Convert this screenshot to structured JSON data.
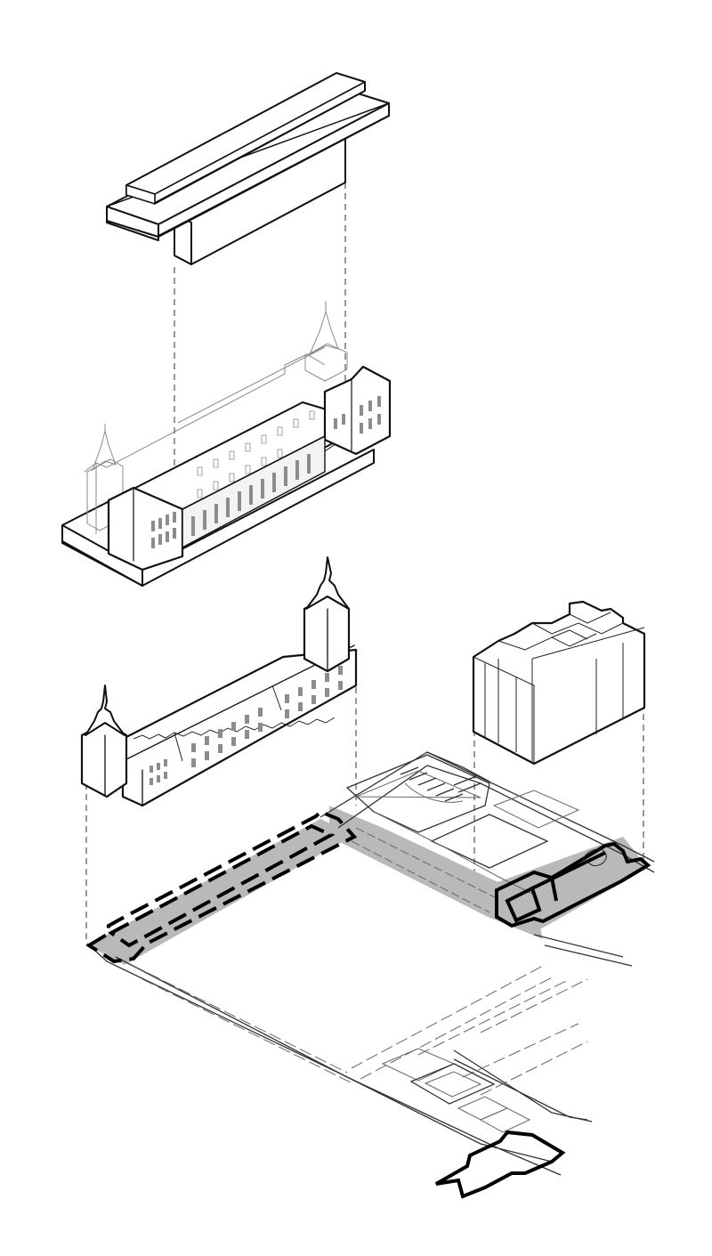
{
  "diagram": {
    "kind": "exploded-axonometric",
    "layers": [
      {
        "name": "top-slab-volume",
        "fill": "#ffffff",
        "hatch": "vertical"
      },
      {
        "name": "middle-wing-block",
        "fill": "#ffffff"
      },
      {
        "name": "lower-towered-wing",
        "fill": "#ffffff"
      },
      {
        "name": "lower-right-block",
        "fill": "#ffffff"
      },
      {
        "name": "ground-floor-plan",
        "highlight": "#b9b9b9"
      }
    ],
    "colors": {
      "line": "#111111",
      "highlight": "#b9b9b9",
      "background": "#ffffff"
    }
  }
}
